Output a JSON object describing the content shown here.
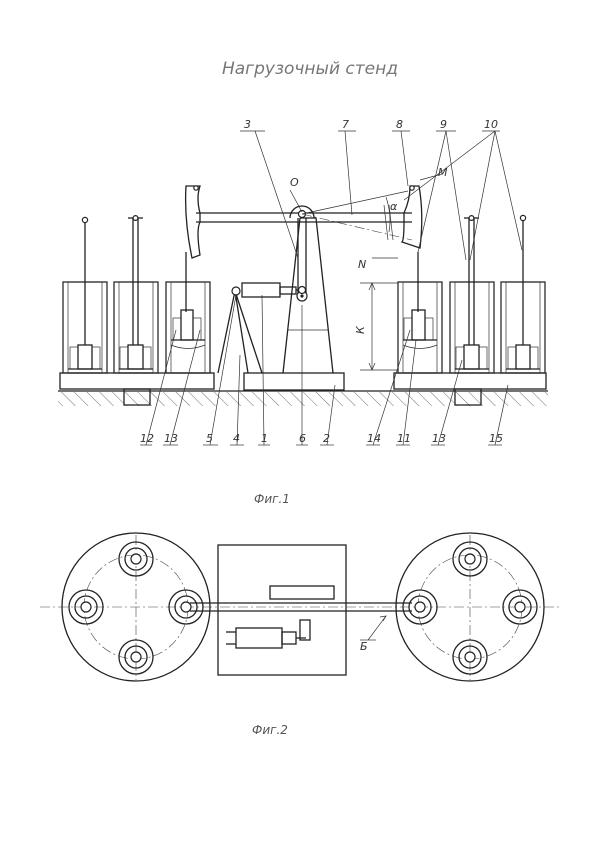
{
  "title": "Нагрузочный стенд",
  "fig1_caption": "Фиг.1",
  "fig2_caption": "Фиг.2",
  "labels": {
    "n3": "3",
    "n7": "7",
    "n8": "8",
    "n9": "9",
    "n10": "10",
    "O": "О",
    "M": "М",
    "alpha": "α",
    "N": "N",
    "K": "К",
    "n12": "12",
    "n13a": "13",
    "n5": "5",
    "n4": "4",
    "n1": "1",
    "n6": "6",
    "n2": "2",
    "n14": "14",
    "n11": "11",
    "n13b": "13",
    "n15": "15",
    "B": "Б"
  },
  "colors": {
    "line": "#222222",
    "text": "#333333",
    "title": "#777777"
  }
}
